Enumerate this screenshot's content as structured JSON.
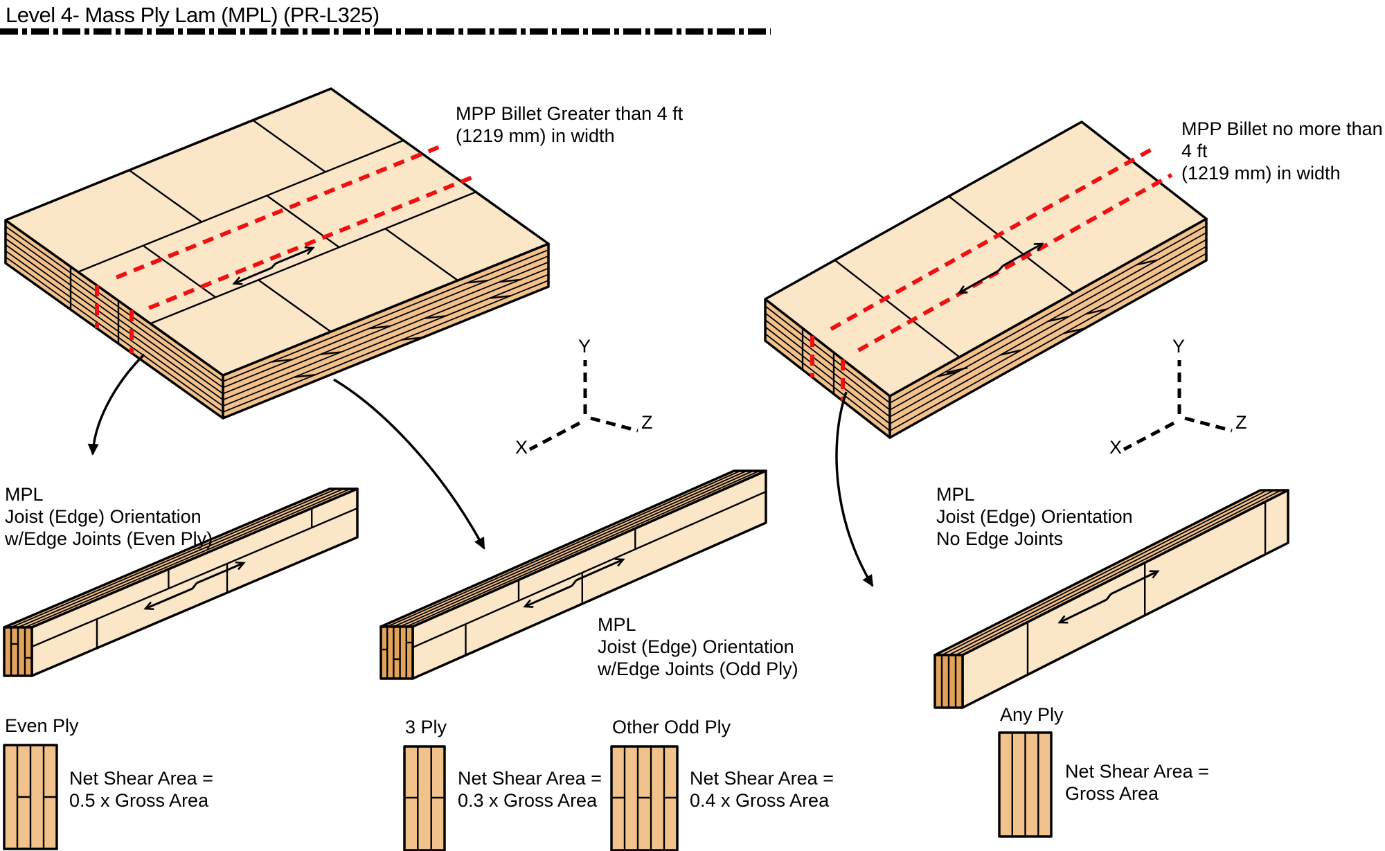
{
  "title": "Level 4- Mass Ply Lam (MPL) (PR-L325)",
  "colors": {
    "face": "#fbe6c7",
    "side": "#f2c28c",
    "endgrain": "#e2a35c",
    "accent": "#ee1111",
    "ink": "#000000"
  },
  "billets": {
    "left": {
      "label": "MPP Billet Greater than 4 ft\n(1219 mm) in width"
    },
    "right": {
      "label": "MPP Billet no more than 4 ft\n(1219 mm) in width"
    }
  },
  "beams": {
    "left": {
      "label": "MPL\nJoist (Edge) Orientation\nw/Edge Joints (Even Ply)"
    },
    "middle": {
      "label": "MPL\nJoist (Edge) Orientation\nw/Edge Joints (Odd Ply)"
    },
    "right": {
      "label": "MPL\nJoist (Edge) Orientation\nNo Edge Joints"
    }
  },
  "axes": {
    "x_label": "X",
    "y_label": "Y",
    "z_label": "Z"
  },
  "sections": [
    {
      "name": "Even Ply",
      "formula": "Net Shear Area =\n0.5 x Gross Area"
    },
    {
      "name": "3 Ply",
      "formula": "Net Shear Area =\n0.3 x Gross Area"
    },
    {
      "name": "Other Odd Ply",
      "formula": "Net Shear Area =\n0.4 x Gross Area"
    },
    {
      "name": "Any Ply",
      "formula": "Net Shear Area =\nGross Area"
    }
  ]
}
